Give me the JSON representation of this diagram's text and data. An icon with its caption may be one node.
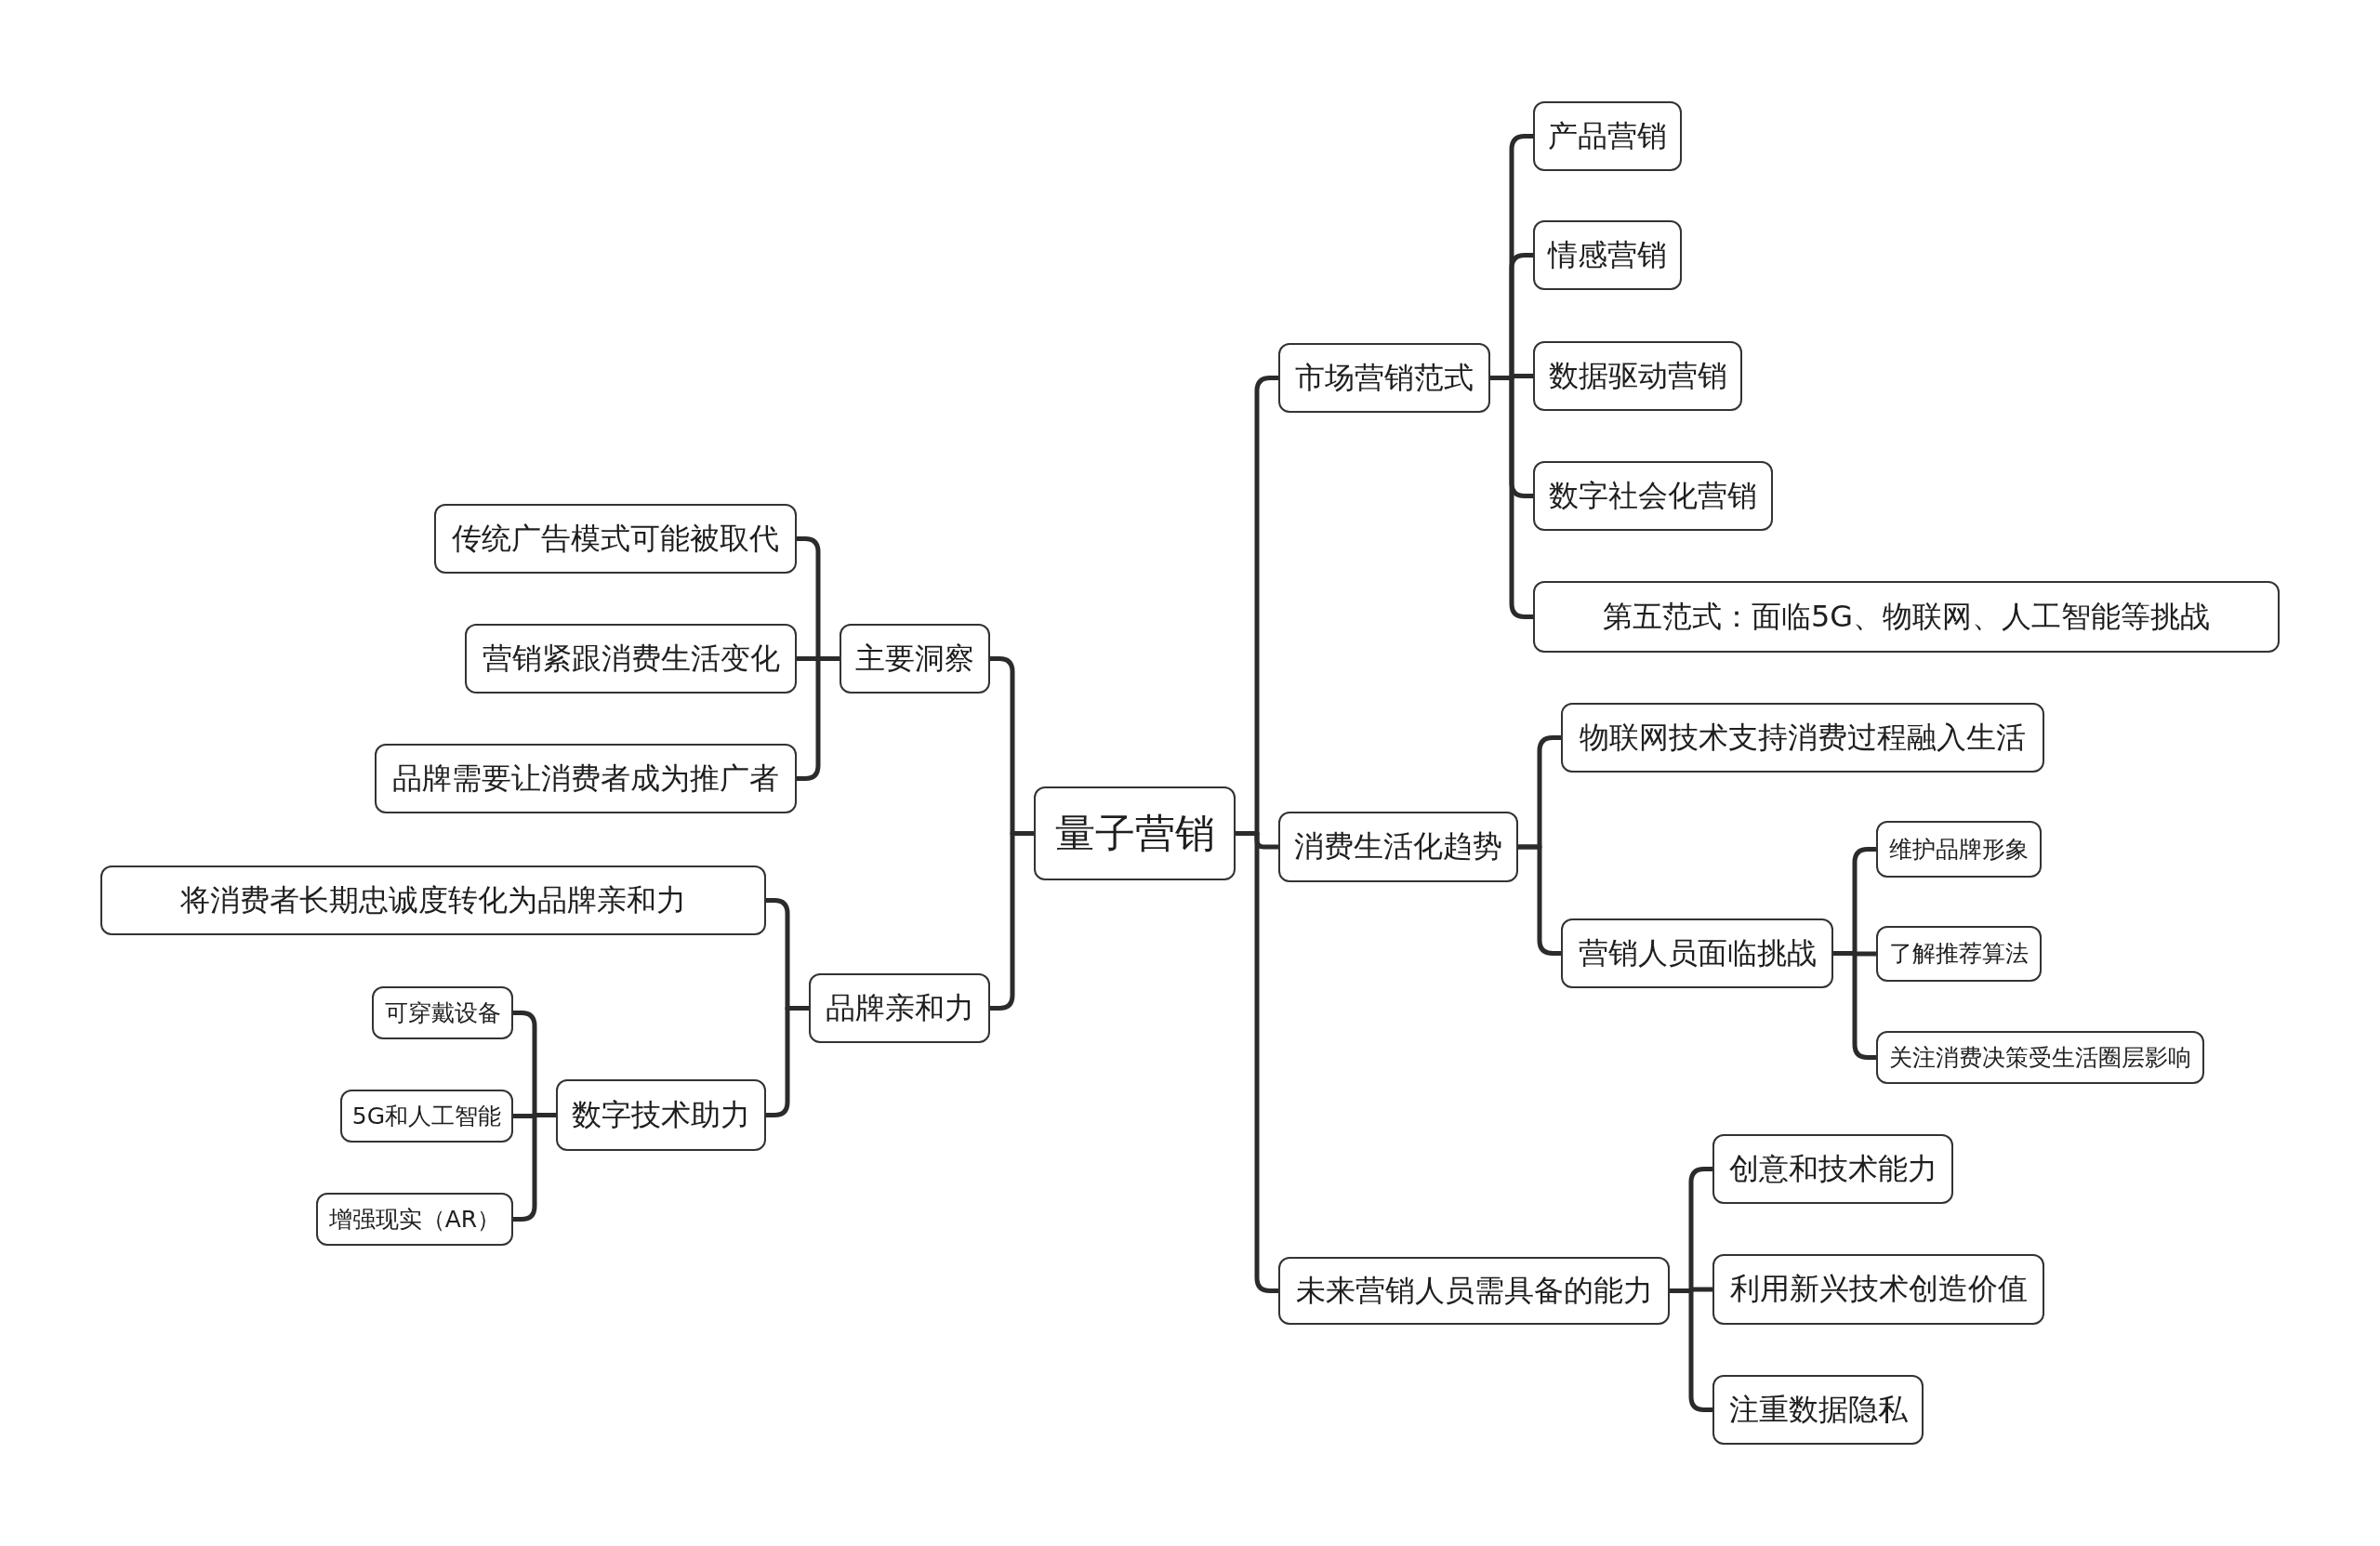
{
  "diagram": {
    "nodes": [
      {
        "text": [
          "量子营销"
        ]
      },
      {
        "text": [
          "市场营销范式"
        ]
      },
      {
        "text": [
          "产品营销"
        ]
      },
      {
        "text": [
          "情感营销"
        ]
      },
      {
        "text": [
          "数据驱动营销"
        ]
      },
      {
        "text": [
          "数字社会化营销"
        ]
      },
      {
        "text": [
          "第五范式：面临5G、物联网、人工智能等挑战"
        ]
      },
      {
        "text": [
          "消费生活化趋势"
        ]
      },
      {
        "text": [
          "物联网技术支持消费过程融入生活"
        ]
      },
      {
        "text": [
          "营销人员面临挑战"
        ]
      },
      {
        "text": [
          "维护品牌形象"
        ]
      },
      {
        "text": [
          "了解推荐算法"
        ]
      },
      {
        "text": [
          "关注消费决策受生活圈层影响"
        ]
      },
      {
        "text": [
          "未来营销人员需具备的能力"
        ]
      },
      {
        "text": [
          "创意和技术能力"
        ]
      },
      {
        "text": [
          "利用新兴技术创造价值"
        ]
      },
      {
        "text": [
          "注重数据隐私"
        ]
      },
      {
        "text": [
          "主要洞察"
        ]
      },
      {
        "text": [
          "传统广告模式可能被取代"
        ]
      },
      {
        "text": [
          "营销紧跟消费生活变化"
        ]
      },
      {
        "text": [
          "品牌需要让消费者成为推广者"
        ]
      },
      {
        "text": [
          "品牌亲和力"
        ]
      },
      {
        "text": [
          "将消费者长期忠诚度转化为品牌亲和力"
        ]
      },
      {
        "text": [
          "数字技术助力"
        ]
      },
      {
        "text": [
          "可穿戴设备"
        ]
      },
      {
        "text": [
          "5G和人工智能"
        ]
      },
      {
        "text": [
          "增强现实（AR）"
        ]
      }
    ],
    "edges": [
      {
        "from": 0,
        "to": 1,
        "arrow": "none"
      },
      {
        "from": 1,
        "to": 2,
        "arrow": "none"
      },
      {
        "from": 1,
        "to": 3,
        "arrow": "none"
      },
      {
        "from": 1,
        "to": 4,
        "arrow": "none"
      },
      {
        "from": 1,
        "to": 5,
        "arrow": "none"
      },
      {
        "from": 1,
        "to": 6,
        "arrow": "none"
      },
      {
        "from": 0,
        "to": 7,
        "arrow": "none"
      },
      {
        "from": 7,
        "to": 8,
        "arrow": "none"
      },
      {
        "from": 7,
        "to": 9,
        "arrow": "none"
      },
      {
        "from": 9,
        "to": 10,
        "arrow": "none"
      },
      {
        "from": 9,
        "to": 11,
        "arrow": "none"
      },
      {
        "from": 9,
        "to": 12,
        "arrow": "none"
      },
      {
        "from": 0,
        "to": 13,
        "arrow": "none"
      },
      {
        "from": 13,
        "to": 14,
        "arrow": "none"
      },
      {
        "from": 13,
        "to": 15,
        "arrow": "none"
      },
      {
        "from": 13,
        "to": 16,
        "arrow": "none"
      },
      {
        "from": 0,
        "to": 17,
        "arrow": "none"
      },
      {
        "from": 17,
        "to": 18,
        "arrow": "none"
      },
      {
        "from": 17,
        "to": 19,
        "arrow": "none"
      },
      {
        "from": 17,
        "to": 20,
        "arrow": "none"
      },
      {
        "from": 0,
        "to": 21,
        "arrow": "none"
      },
      {
        "from": 21,
        "to": 22,
        "arrow": "none"
      },
      {
        "from": 21,
        "to": 23,
        "arrow": "none"
      },
      {
        "from": 23,
        "to": 24,
        "arrow": "none"
      },
      {
        "from": 23,
        "to": 25,
        "arrow": "none"
      },
      {
        "from": 23,
        "to": 26,
        "arrow": "none"
      }
    ]
  }
}
